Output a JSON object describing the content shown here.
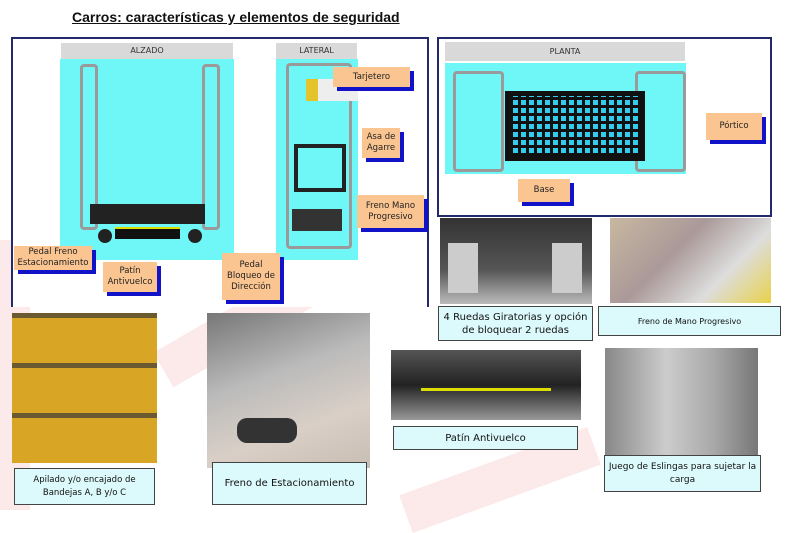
{
  "title": "Carros: características y elementos de seguridad",
  "panels": {
    "alzado": "ALZADO",
    "lateral": "LATERAL",
    "planta": "PLANTA"
  },
  "labels": {
    "tarjetero": "Tarjetero",
    "asa": "Asa de Agarre",
    "freno_mano": "Freno Mano Progresivo",
    "pedal_freno": "Pedal Freno Estacionamiento",
    "patin": "Patín Antivuelco",
    "pedal_bloqueo": "Pedal Bloqueo de Dirección",
    "portico": "Pórtico",
    "base": "Base"
  },
  "captions": {
    "ruedas": "4 Ruedas Giratorias y opción de bloquear 2 ruedas",
    "freno_mano": "Freno de  Mano Progresivo",
    "apilado": "Apilado y/o encajado de Bandejas A, B y/o C",
    "freno_estac": "Freno de Estacionamiento",
    "patin": "Patín Antivuelco",
    "eslingas": "Juego de Eslingas para sujetar la carga"
  }
}
